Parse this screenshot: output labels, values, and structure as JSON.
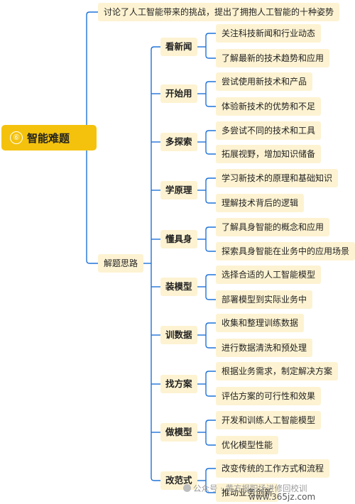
{
  "root": {
    "number": "⑥",
    "title": "智能难题"
  },
  "summary": "讨论了人工智能带来的挑战，提出了拥抱人工智能的十种姿势",
  "branch": "解题思路",
  "topics": [
    {
      "label": "看新闻",
      "items": [
        "关注科技新闻和行业动态",
        "了解最新的技术趋势和应用"
      ]
    },
    {
      "label": "开始用",
      "items": [
        "尝试使用新技术和产品",
        "体验新技术的优势和不足"
      ]
    },
    {
      "label": "多探索",
      "items": [
        "多尝试不同的技术和工具",
        "拓展视野，增加知识储备"
      ]
    },
    {
      "label": "学原理",
      "items": [
        "学习新技术的原理和基础知识",
        "理解技术背后的逻辑"
      ]
    },
    {
      "label": "懂具身",
      "items": [
        "了解具身智能的概念和应用",
        "探索具身智能在业务中的应用场景"
      ]
    },
    {
      "label": "装模型",
      "items": [
        "选择合适的人工智能模型",
        "部署模型到实际业务中"
      ]
    },
    {
      "label": "训数据",
      "items": [
        "收集和整理训练数据",
        "进行数据清洗和预处理"
      ]
    },
    {
      "label": "找方案",
      "items": [
        "根据业务需求，制定解决方案",
        "评估方案的可行性和效果"
      ]
    },
    {
      "label": "做模型",
      "items": [
        "开发和训练人工智能模型",
        "优化模型性能"
      ]
    },
    {
      "label": "改范式",
      "items": [
        "改变传统的工作方式和流程",
        "推动业务创新"
      ]
    }
  ],
  "watermark": {
    "text": "公众号 · 黄方报职场进修回校训",
    "url": "www.365jz.com"
  },
  "colors": {
    "line": "#1e73d8",
    "node_bg": "#fdf3d2",
    "root_bg": "#f4c20d"
  }
}
